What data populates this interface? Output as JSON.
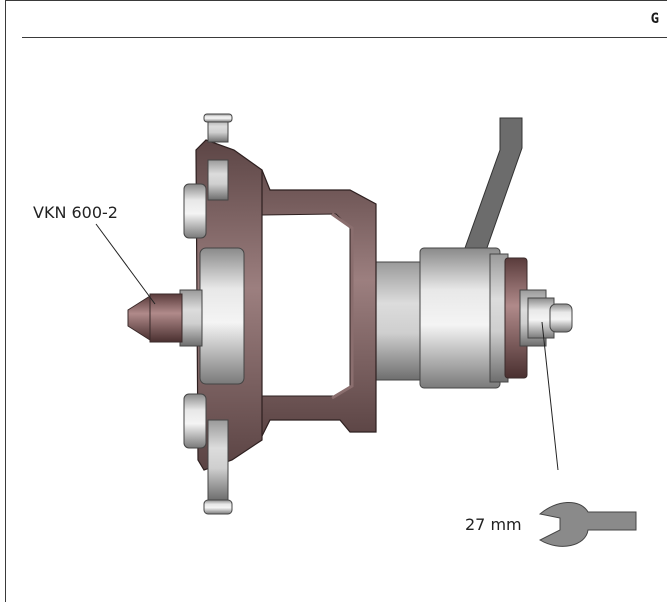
{
  "header": {
    "section_letter": "G"
  },
  "callouts": {
    "tool_label": "VKN 600-2",
    "wrench_label": "27 mm"
  },
  "colors": {
    "puller_body": "#7a5e5e",
    "puller_light": "#a88c8c",
    "puller_dark": "#4e3a3a",
    "steel_light": "#e4e4e4",
    "steel_mid": "#b4b4b4",
    "steel_dark": "#7c7c7c",
    "wrench": "#8a8a8a",
    "handle": "#6c6c6c"
  }
}
